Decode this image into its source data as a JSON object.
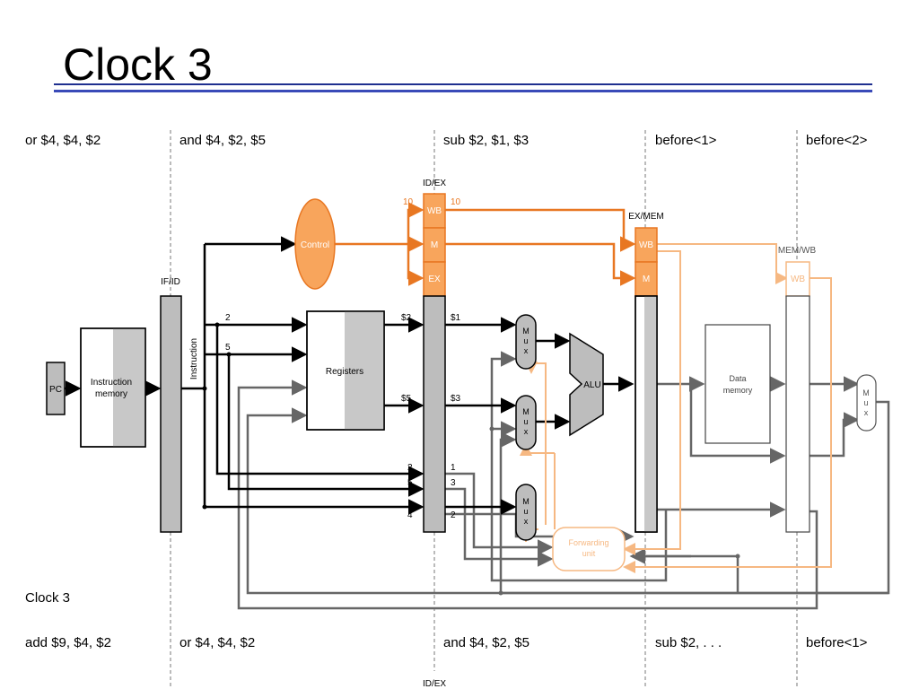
{
  "slide": {
    "title": "Clock 3"
  },
  "stages_top": [
    "or $4, $4, $2",
    "and $4, $2, $5",
    "sub $2, $1, $3",
    "before<1>",
    "before<2>"
  ],
  "stages_bottom": [
    "add $9, $4, $2",
    "or $4, $4, $2",
    "and $4, $2, $5",
    "sub $2, . . .",
    "before<1>"
  ],
  "clock_label": "Clock 3",
  "pipeline_registers": {
    "if_id": "IF/ID",
    "id_ex": "ID/EX",
    "ex_mem": "EX/MEM",
    "mem_wb": "MEM/WB",
    "id_ex_bottom": "ID/EX"
  },
  "control_fields": {
    "wb": "WB",
    "m": "M",
    "ex": "EX"
  },
  "units": {
    "pc": "PC",
    "instruction_memory": [
      "Instruction",
      "memory"
    ],
    "instruction_bus": "Instruction",
    "control": "Control",
    "registers": "Registers",
    "alu": "ALU",
    "data_memory": [
      "Data",
      "memory"
    ],
    "forwarding_unit": [
      "Forwarding",
      "unit"
    ],
    "mux": [
      "M",
      "u",
      "x"
    ]
  },
  "signals": {
    "control_in": "10",
    "control_out": "10",
    "rs_field": "2",
    "rt_field": "5",
    "reg_read_1": "$2",
    "reg_read_2": "$5",
    "ex_read_1": "$1",
    "ex_read_2": "$3",
    "idex_rs_in": "2",
    "idex_rt_in": "5",
    "idex_rd_in": "4",
    "idex_rs_out": "1",
    "idex_rt_out": "3",
    "idex_rd_out": "2"
  },
  "colors": {
    "control_active": "#e87722",
    "control_faded": "#f6b882",
    "datapath": "#000000",
    "datapath_gray": "#666666",
    "register_shade": "#c8c8c8",
    "title_rule": "#3a4ab8"
  }
}
